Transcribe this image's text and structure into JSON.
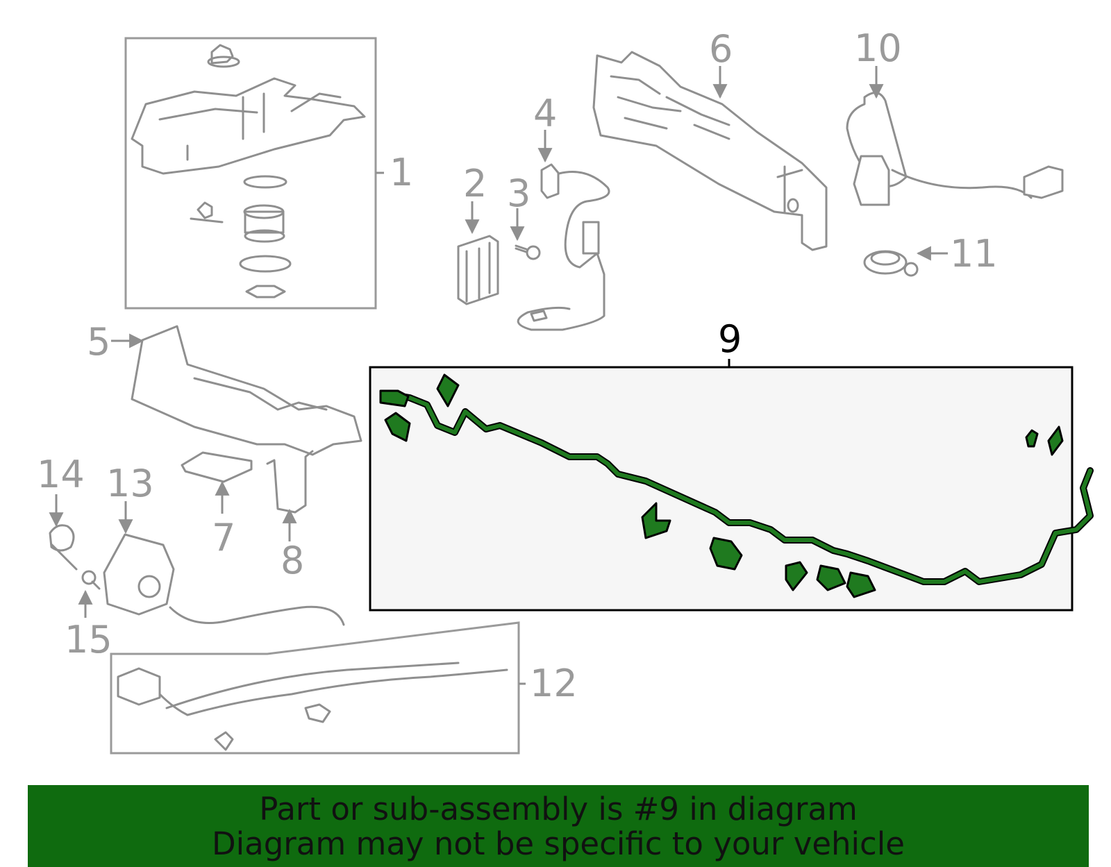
{
  "callouts": {
    "c1": "1",
    "c2": "2",
    "c3": "3",
    "c4": "4",
    "c5": "5",
    "c6": "6",
    "c7": "7",
    "c8": "8",
    "c9": "9",
    "c10": "10",
    "c11": "11",
    "c12": "12",
    "c13": "13",
    "c14": "14",
    "c15": "15"
  },
  "highlight_color": "#1f7a1f",
  "banner": {
    "line1": "Part or sub-assembly is #9 in diagram",
    "line2": "Diagram may not be specific to your vehicle",
    "color": "#0f6b0f"
  }
}
